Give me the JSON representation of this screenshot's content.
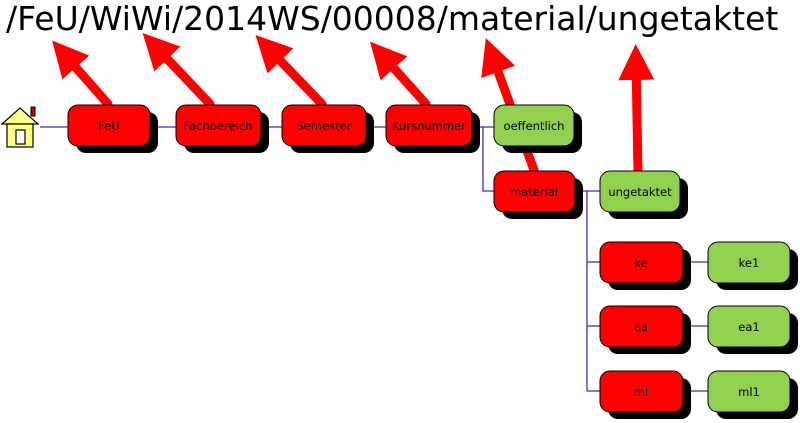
{
  "path_title": "/FeU/WiWi/2014WS/00008/material/ungetaktet",
  "colors": {
    "folder_red": "#ff0000",
    "folder_green": "#92d050",
    "connector": "#3333bb",
    "arrow": "#ff0000",
    "shadow": "#000000",
    "house_yellow": "#ffff80"
  },
  "icons": {
    "root": "house-icon"
  },
  "nodes": {
    "feu": "FeU",
    "fachbereich": "Fachbereich",
    "semester": "Semester",
    "kursnummer": "Kursnummer",
    "oeffentlich": "oeffentlich",
    "material": "material",
    "ungetaktet": "ungetaktet",
    "ke": "ke",
    "ke1": "ke1",
    "ea": "ea",
    "ea1": "ea1",
    "ml": "ml",
    "ml1": "ml1"
  }
}
